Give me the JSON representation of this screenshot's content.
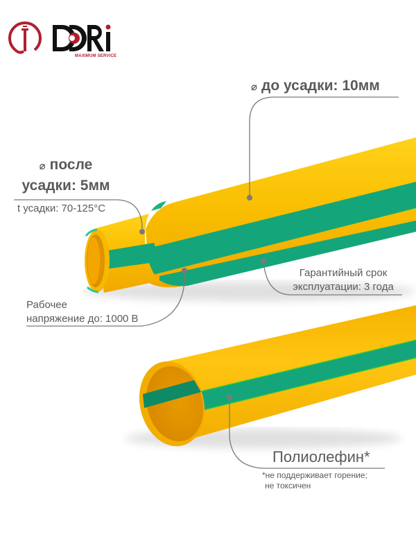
{
  "brand": {
    "name": "DORI",
    "tagline": "MAXIMUM SERVICE",
    "color_primary": "#b01f2e",
    "color_text": "#111111"
  },
  "colors": {
    "tube_yellow": "#f7b800",
    "tube_yellow_light": "#ffce1f",
    "tube_green": "#12a77a",
    "tube_inner": "#e8a000",
    "label_text": "#5a5a5a",
    "leader_line": "#777777"
  },
  "labels": {
    "diameter_symbol": "⌀",
    "before_shrink": {
      "text": "до усадки: 10мм"
    },
    "after_shrink": {
      "line1": "после",
      "line2": "усадки: 5мм"
    },
    "shrink_temp": {
      "text": "t усадки: 70-125°C"
    },
    "warranty": {
      "line1": "Гарантийный срок",
      "line2": "эксплуатации: 3 года"
    },
    "voltage": {
      "line1": "Рабочее",
      "line2": "напряжение до: 1000 В"
    },
    "material": {
      "text": "Полиолефин*",
      "note_line1": "*не поддерживает горение;",
      "note_line2": "не токсичен"
    }
  },
  "products": [
    {
      "name": "shrunk-tube",
      "description": "Yellow-green heat shrink tube partially shrunk"
    },
    {
      "name": "unshrunk-tube",
      "description": "Yellow-green heat shrink tube before shrinking"
    }
  ]
}
